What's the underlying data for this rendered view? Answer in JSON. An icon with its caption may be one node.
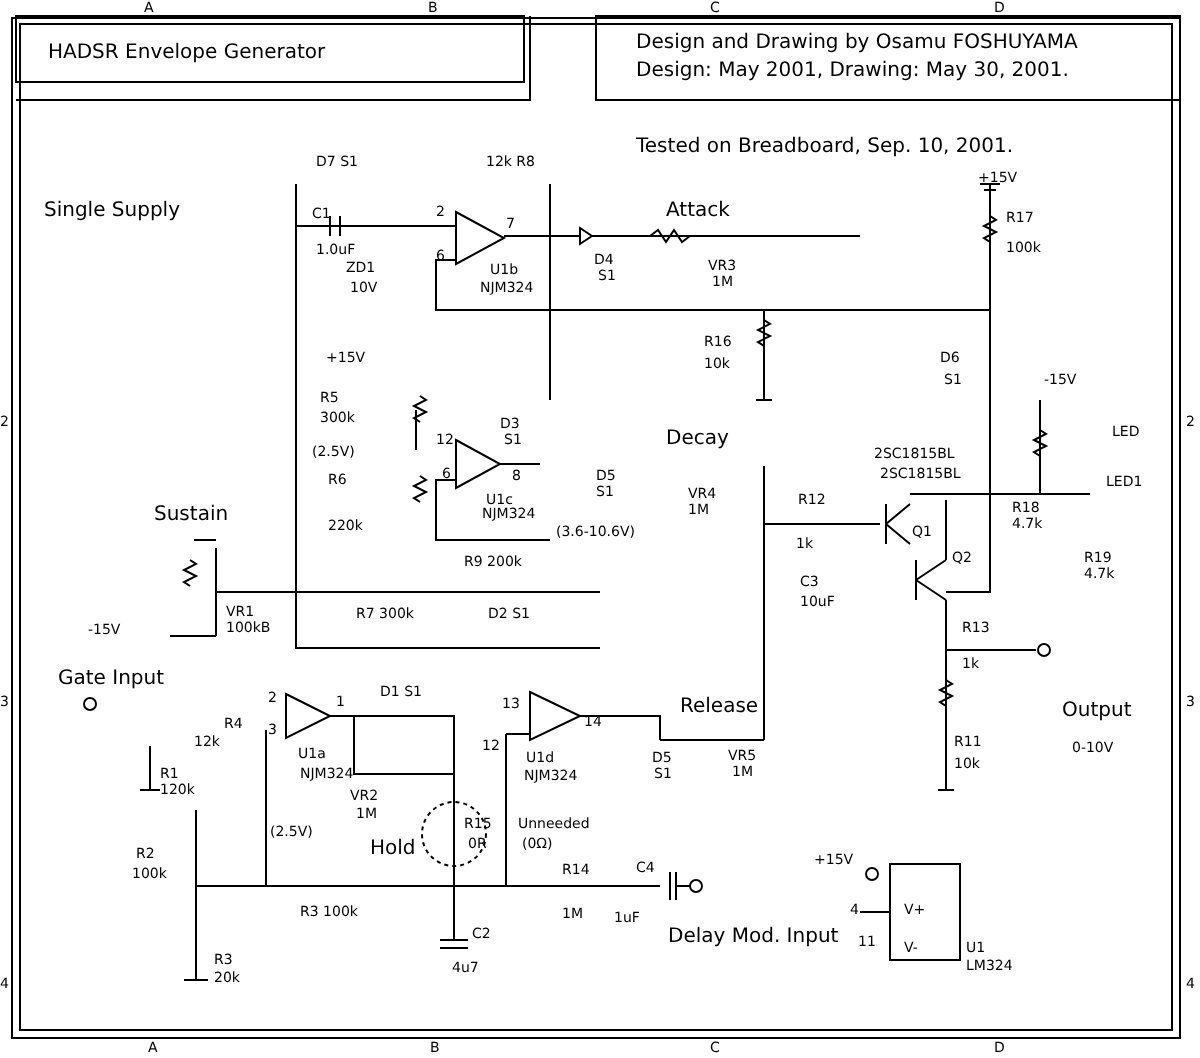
{
  "diagram": {
    "title": "HADSR Envelope Generator",
    "labels": [
      "A",
      "B",
      "C",
      "D",
      "Design and Drawing by Osamu FOSHUYAMA",
      "Design: May 2001, Drawing: May 30, 2001.",
      "Tested on Breadboard, Sep. 10, 2001.",
      "Single Supply",
      "D7 S1",
      "12k R8",
      "C1",
      "1.0uF",
      "ZD1",
      "10V",
      "2",
      "6",
      "7",
      "U1b",
      "NJM324",
      "D4",
      "S1",
      "Attack",
      "VR3",
      "1M",
      "+15V",
      "R17",
      "100k",
      "R16",
      "10k",
      "D6",
      "S1",
      "+15V",
      "R5",
      "300k",
      "(2.5V)",
      "R6",
      "220k",
      "12",
      "6",
      "D3",
      "S1",
      "8",
      "U1c",
      "NJM324",
      "D5",
      "S1",
      "Decay",
      "VR4",
      "1M",
      "(3.6-10.6V)",
      "R9 200k",
      "-15V",
      "LED",
      "LED1",
      "2SC1815BL",
      "2SC1815BL",
      "R12",
      "1k",
      "Q1",
      "Q2",
      "C3",
      "10uF",
      "R18",
      "4.7k",
      "R19",
      "4.7k",
      "Sustain",
      "-15V",
      "VR1",
      "100kB",
      "R7 300k",
      "D2 S1",
      "R13",
      "1k",
      "Gate Input",
      "Release",
      "R4",
      "12k",
      "2",
      "3",
      "1",
      "D1 S1",
      "13",
      "12",
      "14",
      "R1",
      "120k",
      "U1a",
      "NJM324",
      "U1d",
      "NJM324",
      "D5",
      "S1",
      "VR5",
      "1M",
      "VR2",
      "1M",
      "R11",
      "10k",
      "Output",
      "0-10V",
      "(2.5V)",
      "Hold",
      "R15",
      "0R",
      "Unneeded",
      "(0Ω)",
      "R2",
      "100k",
      "R14",
      "C4",
      "R3 100k",
      "1M",
      "1uF",
      "C2",
      "Delay Mod. Input",
      "+15V",
      "4",
      "11",
      "V+",
      "V-",
      "4u7",
      "R3",
      "20k",
      "U1",
      "LM324",
      "2",
      "3",
      "4",
      "2",
      "3",
      "4",
      "A",
      "B",
      "C",
      "D"
    ]
  }
}
